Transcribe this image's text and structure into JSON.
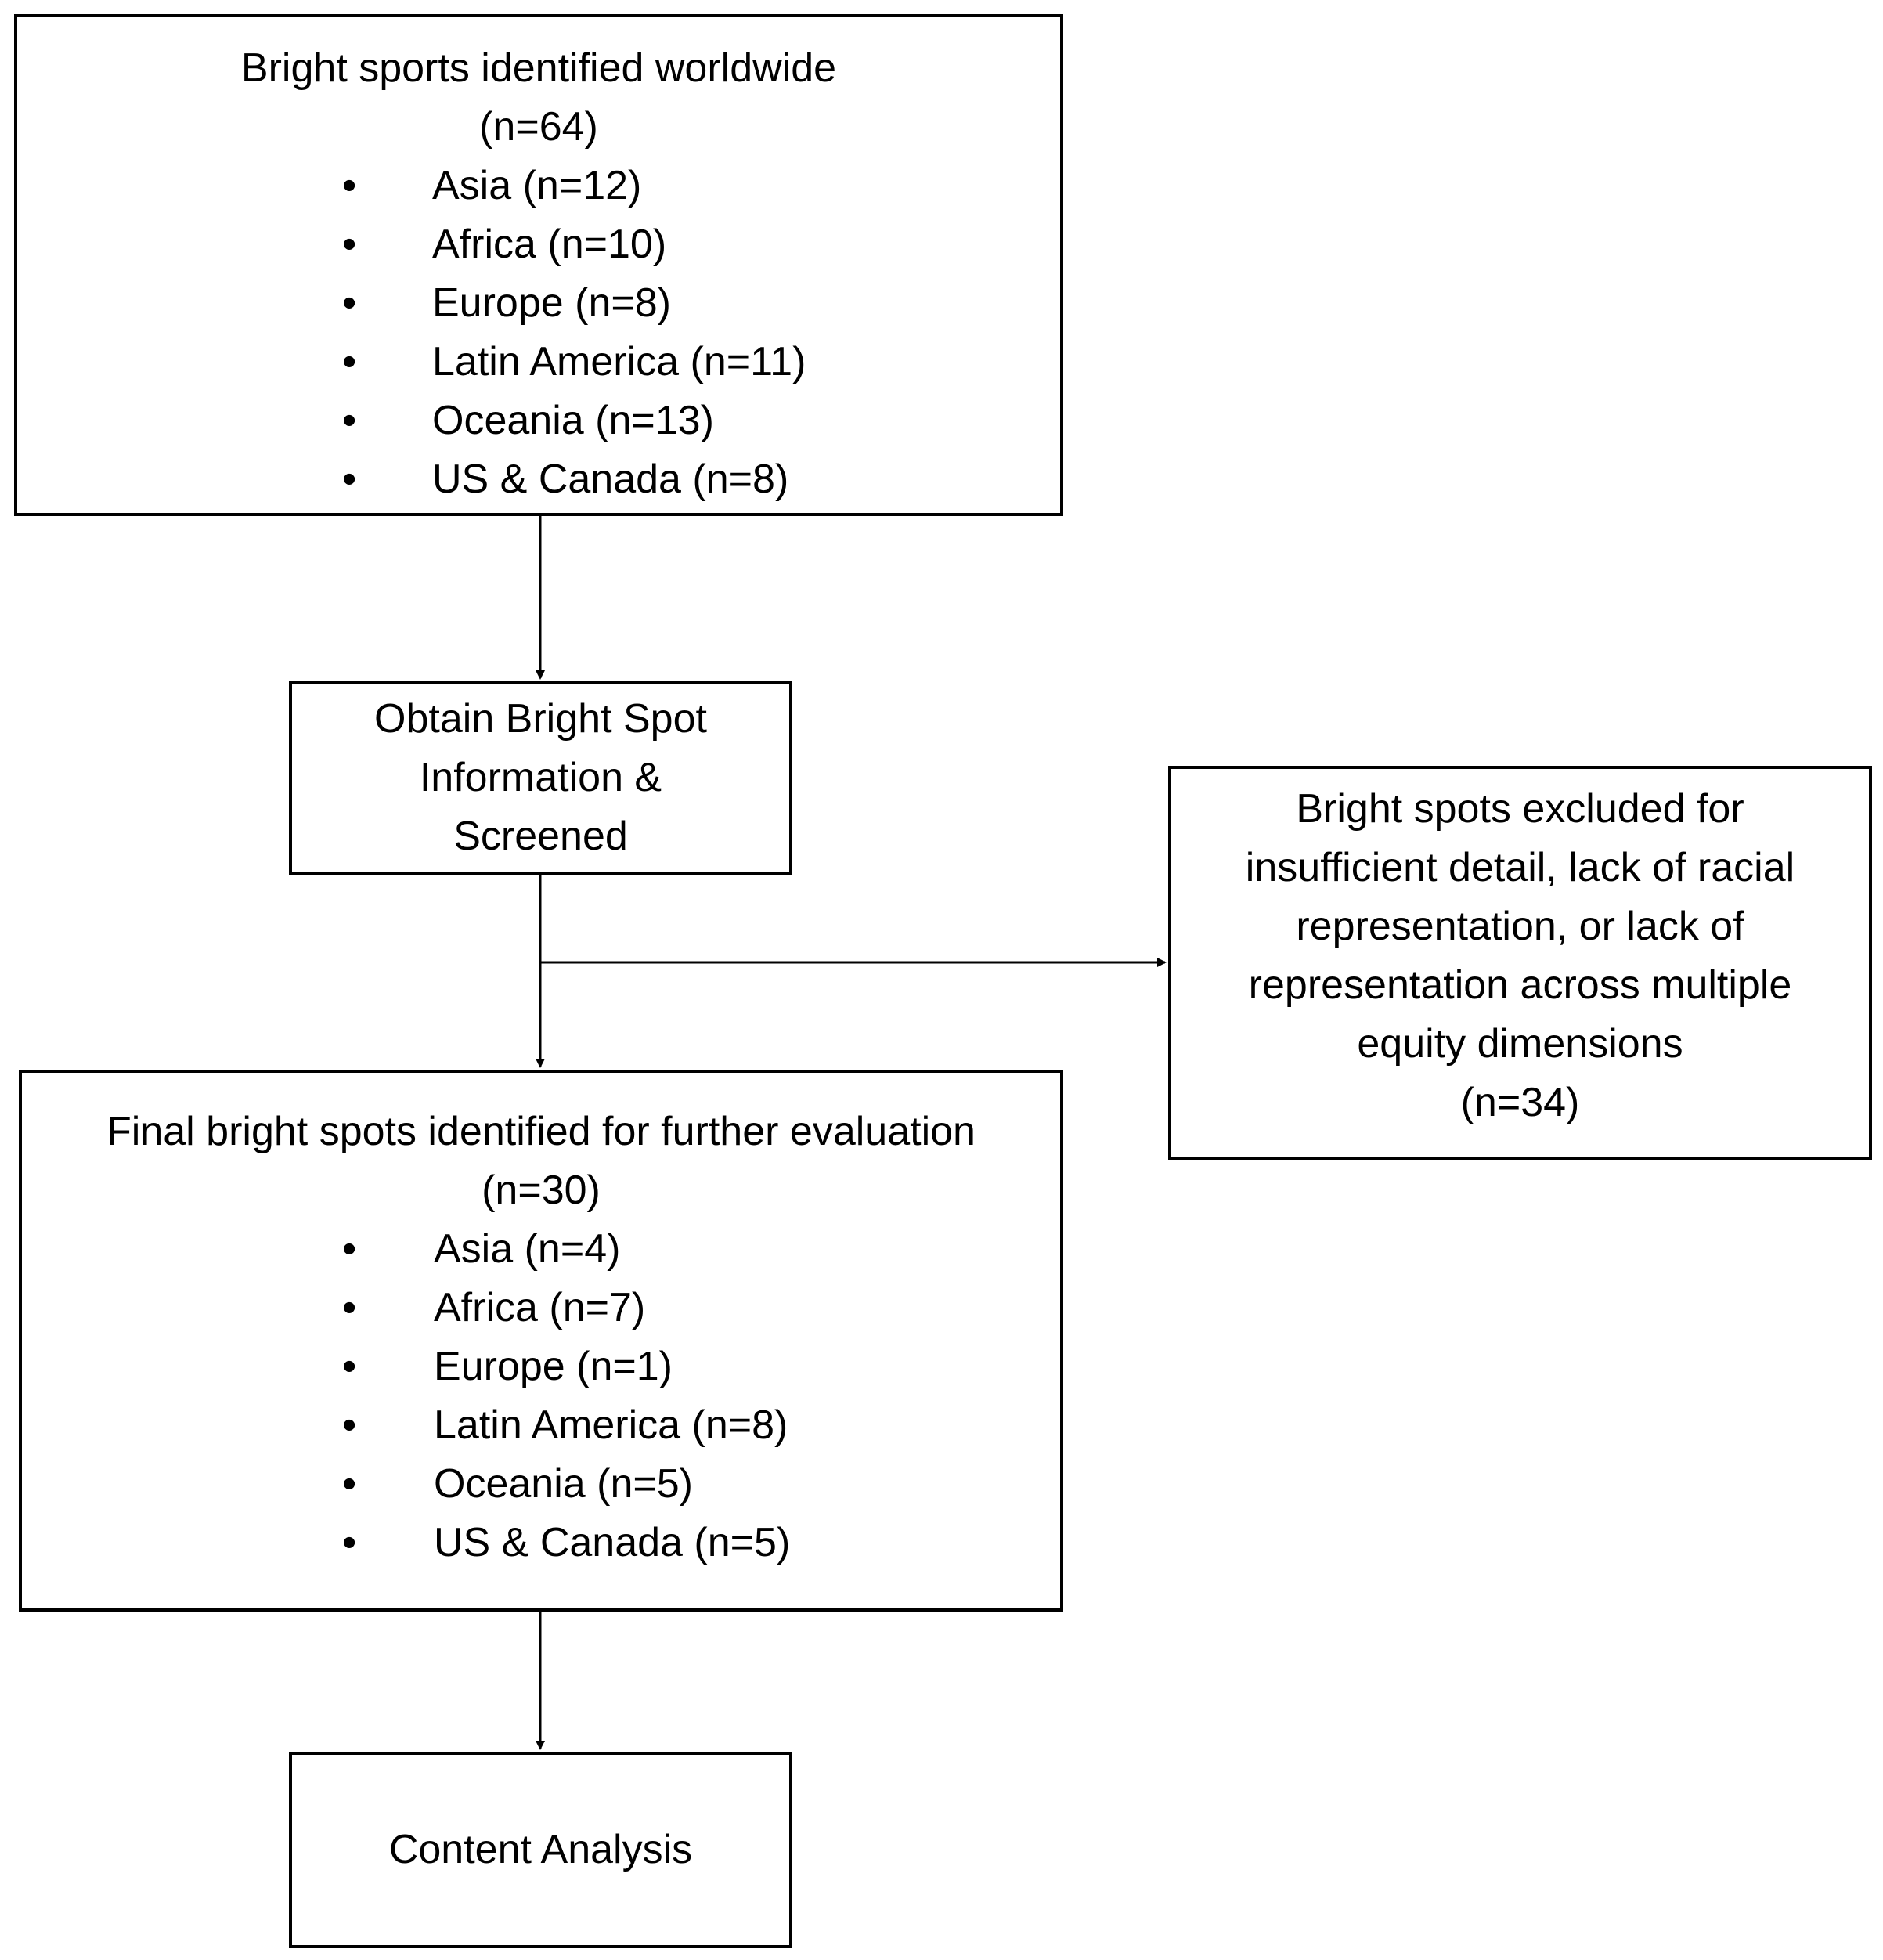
{
  "box_identified": {
    "title": "Bright sports identified worldwide",
    "count": "(n=64)",
    "regions": [
      {
        "name": "Asia",
        "n": "(n=12)"
      },
      {
        "name": "Africa",
        "n": "(n=10)"
      },
      {
        "name": "Europe",
        "n": "(n=8)"
      },
      {
        "name": "Latin America",
        "n": "(n=11)"
      },
      {
        "name": "Oceania",
        "n": "(n=13)"
      },
      {
        "name": "US & Canada",
        "n": "(n=8)"
      }
    ]
  },
  "box_screen": {
    "lines": [
      "Obtain Bright Spot",
      "Information &",
      "Screened"
    ]
  },
  "box_excluded": {
    "lines": [
      "Bright spots excluded for",
      "insufficient detail, lack of racial",
      "representation, or lack of",
      "representation across multiple",
      "equity dimensions",
      "(n=34)"
    ]
  },
  "box_final": {
    "title": "Final bright spots identified for further evaluation",
    "count": "(n=30)",
    "regions": [
      {
        "name": "Asia",
        "n": "(n=4)"
      },
      {
        "name": "Africa",
        "n": "(n=7)"
      },
      {
        "name": "Europe",
        "n": "(n=1)"
      },
      {
        "name": "Latin America",
        "n": "(n=8)"
      },
      {
        "name": "Oceania",
        "n": "(n=5)"
      },
      {
        "name": "US & Canada",
        "n": "(n=5)"
      }
    ]
  },
  "box_content": {
    "label": "Content Analysis"
  },
  "bullet_glyph": "•"
}
